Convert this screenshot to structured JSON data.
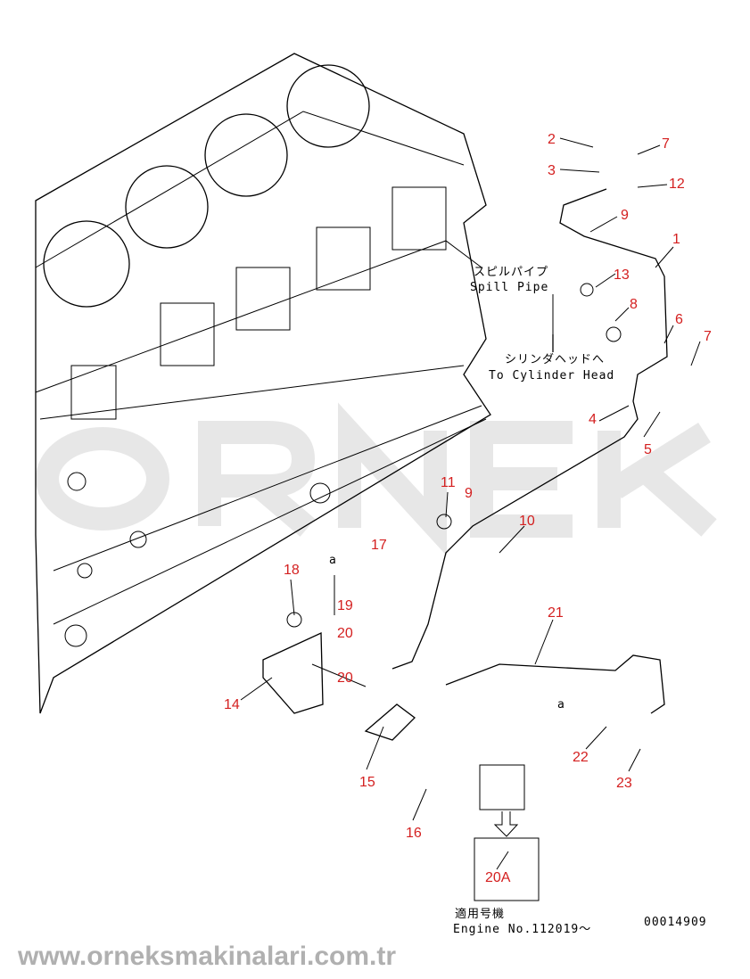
{
  "watermark": {
    "brand": "ORNEK",
    "url": "www.orneksmakinalari.com.tr"
  },
  "annotations": {
    "spill_pipe_jp": "スピルパイプ",
    "spill_pipe_en": "Spill Pipe",
    "to_head_jp": "シリンダヘッドへ",
    "to_head_en": "To Cylinder Head",
    "applicable_jp": "適用号機",
    "engine_no": "Engine No.112019～",
    "drawing_no": "00014909",
    "ref_a": "a"
  },
  "callouts": [
    "2",
    "7",
    "3",
    "12",
    "9",
    "1",
    "13",
    "8",
    "6",
    "7",
    "4",
    "5",
    "11",
    "9",
    "10",
    "17",
    "18",
    "19",
    "20",
    "21",
    "20",
    "14",
    "22",
    "15",
    "23",
    "16",
    "20A"
  ]
}
